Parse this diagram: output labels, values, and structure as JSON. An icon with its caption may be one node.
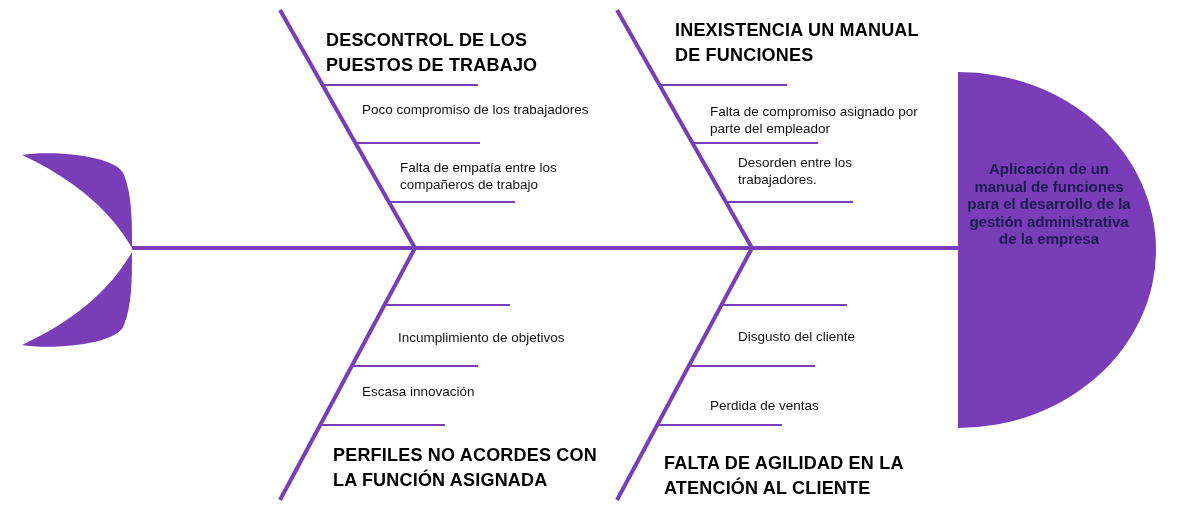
{
  "diagram": {
    "nodes": [
      {
        "text": [
          "DESCONTROL DE LOS PUESTOS DE TRABAJO"
        ]
      },
      {
        "text": [
          "INEXISTENCIA UN MANUAL DE FUNCIONES"
        ]
      },
      {
        "text": [],
        "shape": "tail"
      },
      {
        "text": [
          "Aplicación de un manual de funciones para el desarrollo de la gestión administrativa de la empresa"
        ]
      },
      {
        "text": [
          "PERFILES NO ACORDES CON LA FUNCIÓN ASIGNADA"
        ]
      },
      {
        "text": [
          "FALTA DE AGILIDAD EN LA ATENCIÓN AL CLIENTE"
        ]
      }
    ],
    "edges": [
      {
        "from": 2,
        "to": 3,
        "arrow": "none"
      }
    ],
    "labels": [
      "Poco compromiso de los trabajadores",
      "Falta de compromiso asignado por parte del empleador",
      "Falta de empatía entre los compañeros de trabajo",
      "Desorden entre los trabajadores.",
      "Incumplimiento de objetivos",
      "Disgusto del cliente",
      "Escasa innovación",
      "Perdida de ventas"
    ]
  }
}
